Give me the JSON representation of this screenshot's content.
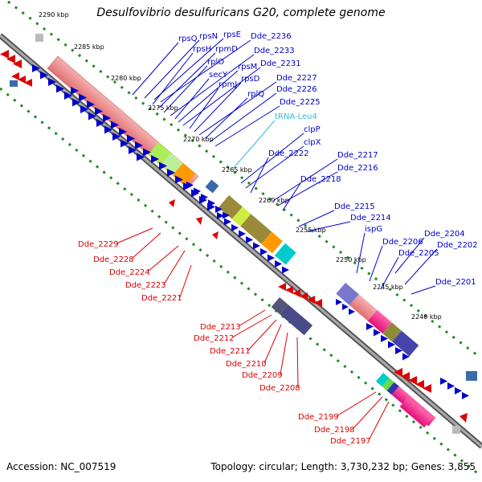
{
  "title": "Desulfovibrio desulfuricans G20, complete genome",
  "footer": {
    "accession": "Accession: NC_007519",
    "topology": "Topology: circular; Length: 3,730,232 bp; Genes: 3,855"
  },
  "colors": {
    "forward": "#0000cc",
    "reverse": "#dd0000",
    "trna": "#33bbdd",
    "backbone": "#888888",
    "ticks": "#228822"
  },
  "scale_labels": [
    "2290 kbp",
    "2285 kbp",
    "2280 kbp",
    "2275 kbp",
    "2270 kbp",
    "2265 kbp",
    "2260 kbp",
    "2255 kbp",
    "2250 kbp",
    "2245 kbp",
    "2240 kbp"
  ],
  "forward_labels": [
    "rpsQ",
    "rpsN",
    "rpsE",
    "Dde_2236",
    "rpsH",
    "rpmD",
    "rplO",
    "Dde_2233",
    "secY",
    "rpsM",
    "Dde_2231",
    "rpmJ",
    "rpsD",
    "Dde_2227",
    "rplQ",
    "Dde_2226",
    "Dde_2225",
    "tRNA-Leu4",
    "clpP",
    "clpX",
    "Dde_2222",
    "Dde_2217",
    "Dde_2216",
    "Dde_2218",
    "Dde_2215",
    "Dde_2214",
    "ispG",
    "Dde_2204",
    "Dde_2206",
    "Dde_2202",
    "Dde_2205",
    "Dde_2201"
  ],
  "reverse_labels": [
    "Dde_2229",
    "Dde_2228",
    "Dde_2224",
    "Dde_2223",
    "Dde_2221",
    "Dde_2213",
    "Dde_2212",
    "Dde_2211",
    "Dde_2210",
    "Dde_2209",
    "Dde_2208",
    "Dde_2199",
    "Dde_2198",
    "Dde_2197"
  ]
}
